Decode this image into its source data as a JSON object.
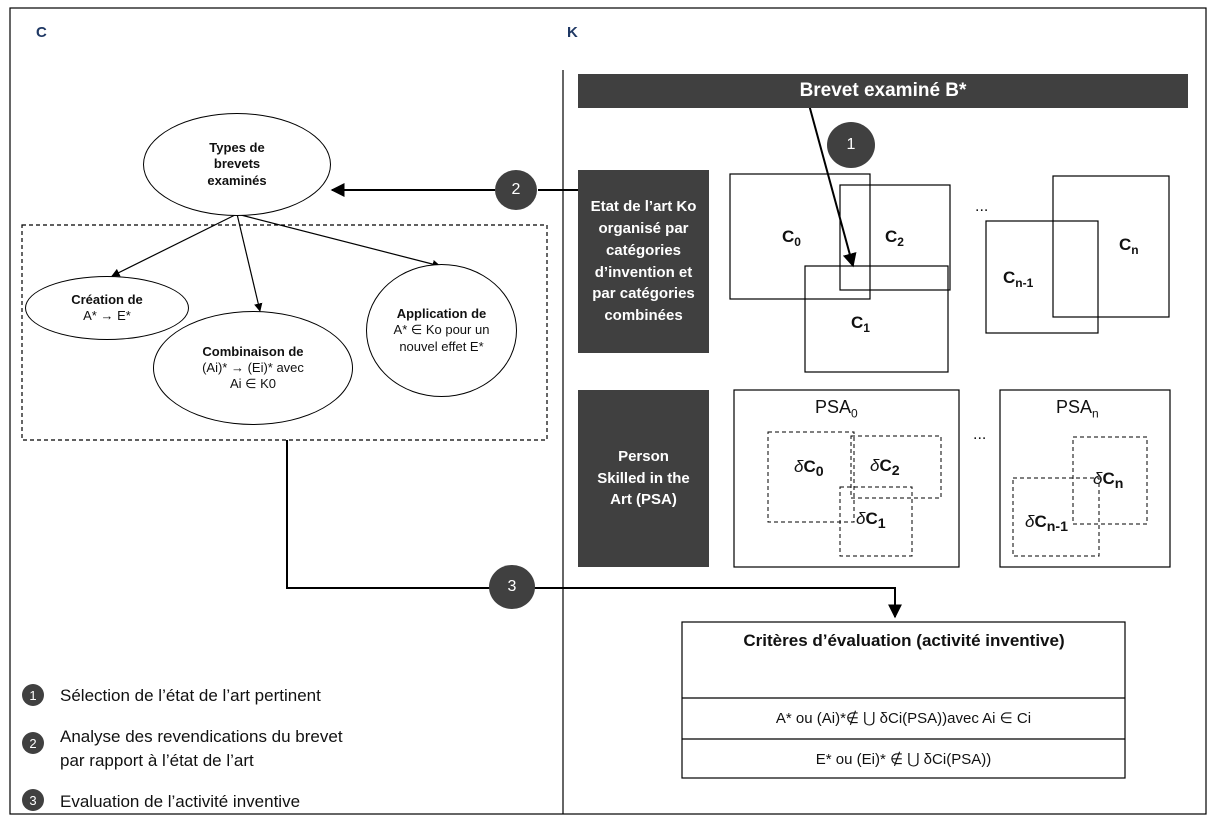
{
  "panels": {
    "left_letter": "C",
    "right_letter": "K"
  },
  "banner": {
    "text": "Brevet examiné B*"
  },
  "step_markers": {
    "one": "1",
    "two": "2",
    "three": "3"
  },
  "left": {
    "root_ellipse": "Types de brevets examinés",
    "creation": {
      "title": "Création de",
      "body": "A* → E*"
    },
    "combinaison": {
      "title": "Combinaison de",
      "line1": "(Ai)* → (Ei)* avec",
      "line2": "Ai ∈ K0"
    },
    "application": {
      "title": "Application de",
      "line1": "A* ∈ Ko pour un",
      "line2": "nouvel effet E*"
    }
  },
  "right": {
    "etat_box": "Etat de l’art Ko organisé par catégories d’invention et par catégories combinées",
    "psa_box": "Person Skilled in the Art (PSA)",
    "categories": {
      "c0": "C0",
      "c1": "C1",
      "c2": "C2",
      "cn": "Cn",
      "cn1": "Cn-1"
    },
    "psa_labels": {
      "psa0": "PSA0",
      "psan": "PSAn"
    },
    "delta_categories": {
      "dc0": "δC0",
      "dc1": "δC1",
      "dc2": "δC2",
      "dcn": "δCn",
      "dcn1": "δCn-1"
    },
    "ellipsis": "..."
  },
  "criteria": {
    "title": "Critères d’évaluation (activité inventive)",
    "row1": "A* ou (Ai)*∉ ⋃ δCi(PSA))avec Ai ∈ Ci",
    "row2": "E* ou (Ei)* ∉ ⋃ δCi(PSA))"
  },
  "legend": {
    "item1": "Sélection de l’état de l’art pertinent",
    "item2_line1": "Analyse des revendications du brevet",
    "item2_line2": "par rapport à l’état de l’art",
    "item3": "Evaluation de l’activité inventive"
  }
}
